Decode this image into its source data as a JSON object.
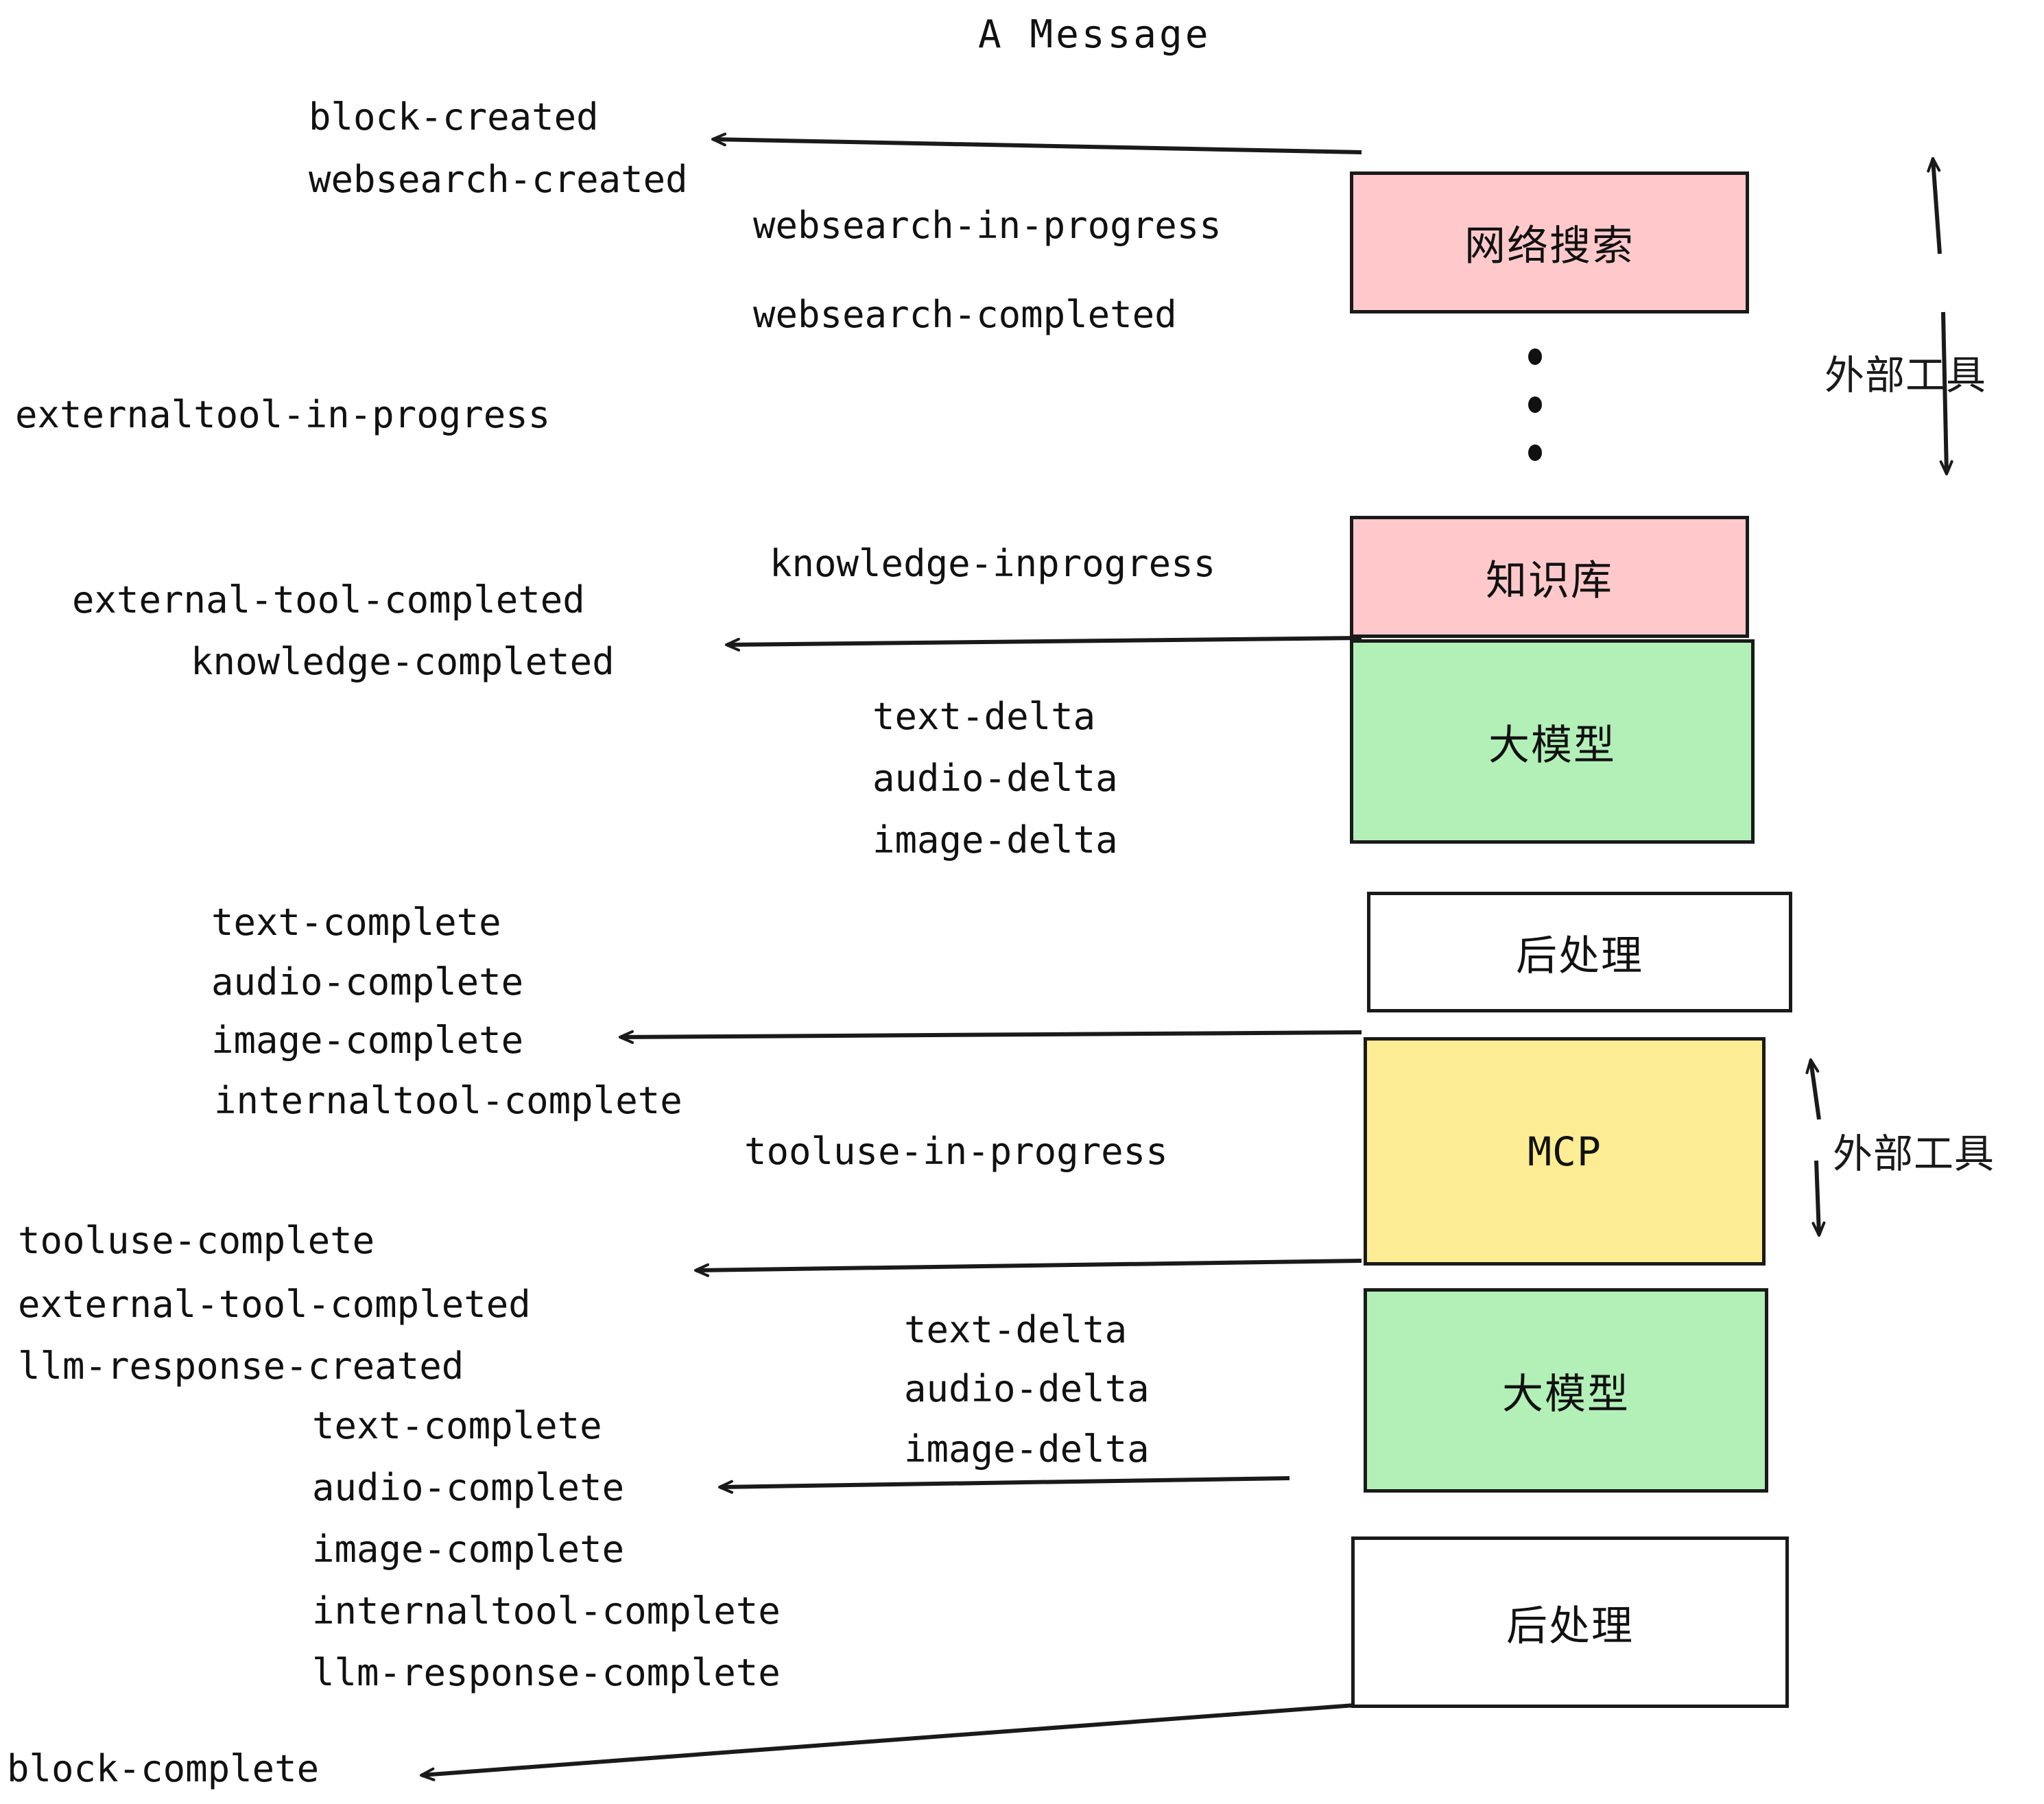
{
  "diagram": {
    "title": "A Message",
    "colors": {
      "pink": "#FFC9CB",
      "green": "#B2F0B8",
      "yellow": "#FCEC94",
      "white": "#FFFFFF",
      "stroke": "#1A1A1A",
      "background": "#FFFFFF"
    },
    "nodes": [
      {
        "id": "websearch",
        "label": "网络搜索",
        "fill": "pink"
      },
      {
        "id": "knowledge",
        "label": "知识库",
        "fill": "pink"
      },
      {
        "id": "llm-1",
        "label": "大模型",
        "fill": "green"
      },
      {
        "id": "postprocess-1",
        "label": "后处理",
        "fill": "white"
      },
      {
        "id": "mcp",
        "label": "MCP",
        "fill": "yellow"
      },
      {
        "id": "llm-2",
        "label": "大模型",
        "fill": "green"
      },
      {
        "id": "postprocess-2",
        "label": "后处理",
        "fill": "white"
      }
    ],
    "side_labels": [
      {
        "id": "external-tool-top",
        "label": "外部工具"
      },
      {
        "id": "external-tool-bottom",
        "label": "外部工具"
      }
    ],
    "events": [
      {
        "id": "e01",
        "text": "block-created"
      },
      {
        "id": "e02",
        "text": "websearch-created"
      },
      {
        "id": "e03",
        "text": "websearch-in-progress"
      },
      {
        "id": "e04",
        "text": "websearch-completed"
      },
      {
        "id": "e05",
        "text": "externaltool-in-progress"
      },
      {
        "id": "e06",
        "text": "knowledge-inprogress"
      },
      {
        "id": "e07",
        "text": "external-tool-completed"
      },
      {
        "id": "e08",
        "text": "knowledge-completed"
      },
      {
        "id": "e09",
        "text": "text-delta"
      },
      {
        "id": "e10",
        "text": "audio-delta"
      },
      {
        "id": "e11",
        "text": "image-delta"
      },
      {
        "id": "e12",
        "text": "text-complete"
      },
      {
        "id": "e13",
        "text": "audio-complete"
      },
      {
        "id": "e14",
        "text": "image-complete"
      },
      {
        "id": "e15",
        "text": "internaltool-complete"
      },
      {
        "id": "e16",
        "text": "tooluse-in-progress"
      },
      {
        "id": "e17",
        "text": "tooluse-complete"
      },
      {
        "id": "e18",
        "text": "external-tool-completed"
      },
      {
        "id": "e19",
        "text": "llm-response-created"
      },
      {
        "id": "e20",
        "text": "text-delta"
      },
      {
        "id": "e21",
        "text": "audio-delta"
      },
      {
        "id": "e22",
        "text": "image-delta"
      },
      {
        "id": "e23",
        "text": "text-complete"
      },
      {
        "id": "e24",
        "text": "audio-complete"
      },
      {
        "id": "e25",
        "text": "image-complete"
      },
      {
        "id": "e26",
        "text": "internaltool-complete"
      },
      {
        "id": "e27",
        "text": "llm-response-complete"
      },
      {
        "id": "e28",
        "text": "block-complete"
      }
    ],
    "ellipsis_dots": 3
  }
}
